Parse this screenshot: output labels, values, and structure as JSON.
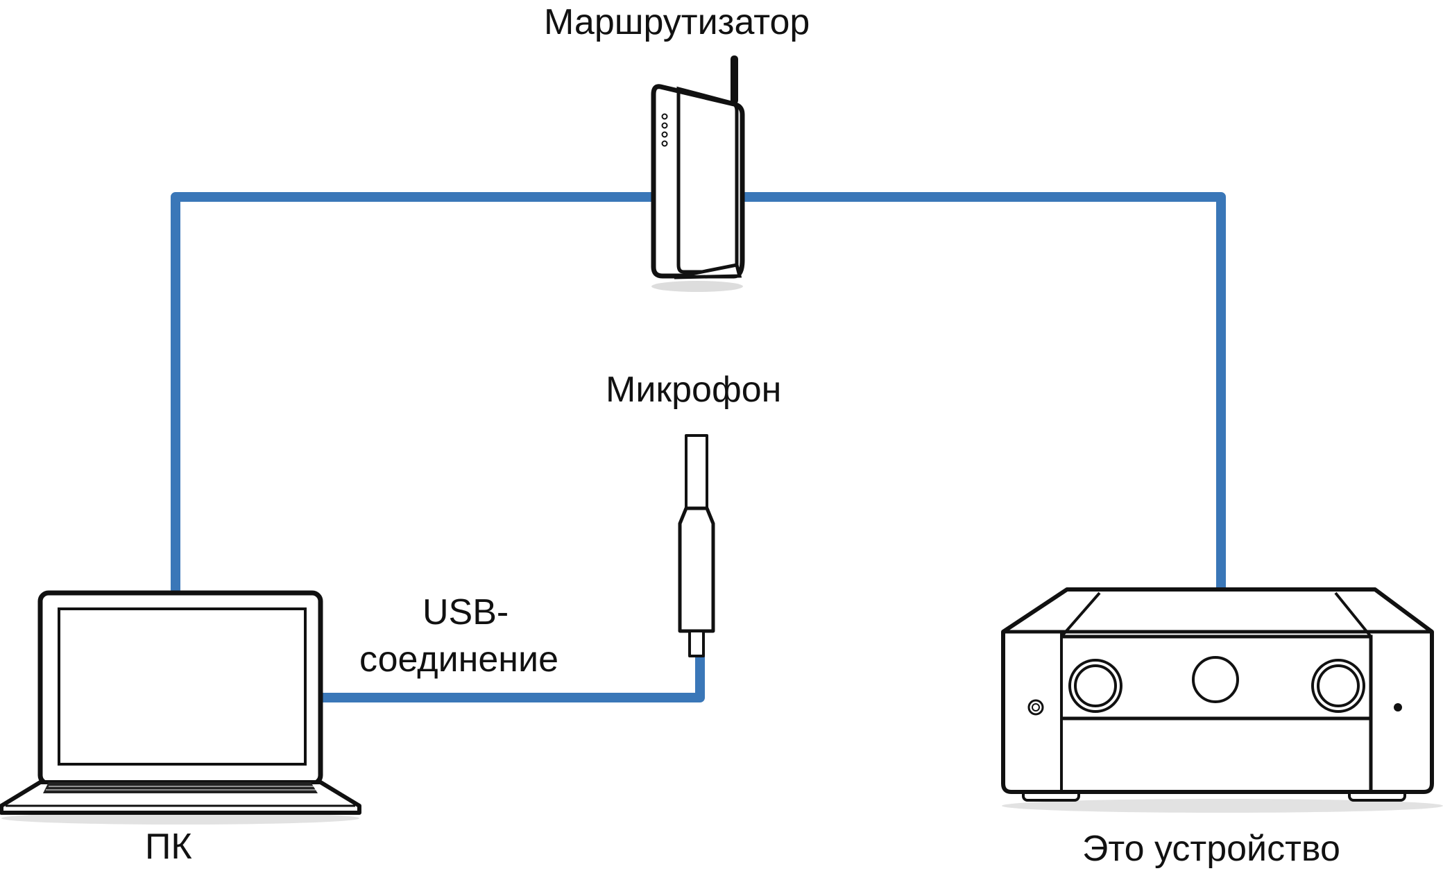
{
  "labels": {
    "router": "Маршрутизатор",
    "microphone": "Микрофон",
    "usb_line1": "USB-",
    "usb_line2": "соединение",
    "pc": "ПК",
    "device": "Это устройство"
  },
  "colors": {
    "cable": "#3a77b8",
    "outline": "#111111",
    "background": "#ffffff"
  },
  "icons": [
    "router-icon",
    "microphone-icon",
    "laptop-icon",
    "av-receiver-icon"
  ]
}
